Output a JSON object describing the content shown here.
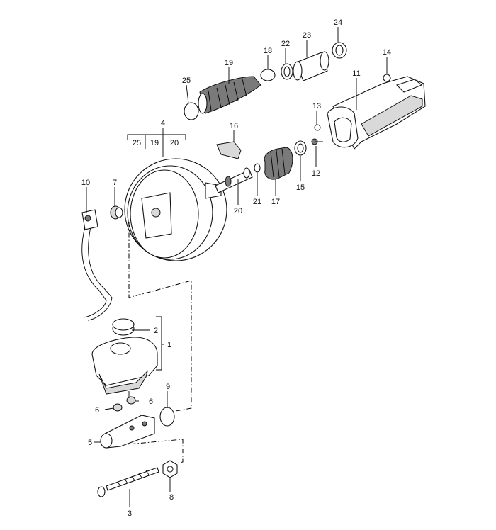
{
  "diagram": {
    "callouts": {
      "c1": "1",
      "c2": "2",
      "c3": "3",
      "c4": "4",
      "c5": "5",
      "c6a": "6",
      "c6b": "6",
      "c7": "7",
      "c8": "8",
      "c9": "9",
      "c10": "10",
      "c11": "11",
      "c12": "12",
      "c13": "13",
      "c14": "14",
      "c15": "15",
      "c16": "16",
      "c17": "17",
      "c18": "18",
      "c19": "19",
      "c20": "20",
      "c21": "21",
      "c22": "22",
      "c23": "23",
      "c24": "24",
      "c25": "25"
    },
    "group4": {
      "label": "4",
      "sub_a": "25",
      "sub_b": "19",
      "sub_c": "20"
    }
  }
}
